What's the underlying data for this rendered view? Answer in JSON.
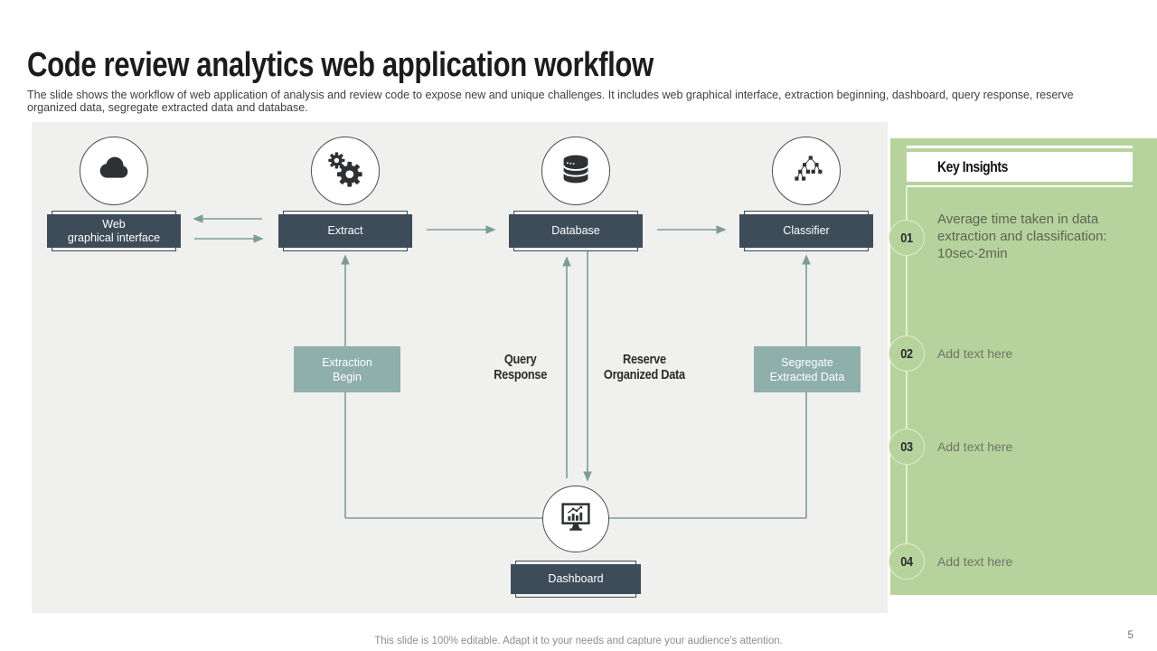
{
  "slide": {
    "title": "Code review analytics web application workflow",
    "description": "The slide shows the workflow of web application of analysis and review code to expose new and unique challenges. It includes web graphical interface, extraction beginning, dashboard, query response, reserve organized data, segregate extracted data and database.",
    "footer_note": "This slide is 100% editable. Adapt it to your needs and capture your audience's attention.",
    "page_number": "5"
  },
  "diagram": {
    "nodes": [
      {
        "id": "web-graphical-interface",
        "label": "Web\ngraphical interface",
        "icon": "cloud-icon"
      },
      {
        "id": "extract",
        "label": "Extract",
        "icon": "gears-icon"
      },
      {
        "id": "database",
        "label": "Database",
        "icon": "database-icon"
      },
      {
        "id": "classifier",
        "label": "Classifier",
        "icon": "decision-tree-icon"
      },
      {
        "id": "dashboard",
        "label": "Dashboard",
        "icon": "dashboard-monitor-icon"
      }
    ],
    "process_boxes": [
      {
        "id": "extraction-begin",
        "label": "Extraction\nBegin"
      },
      {
        "id": "segregate-extracted-data",
        "label": "Segregate\nExtracted Data"
      }
    ],
    "flow_labels": [
      {
        "id": "query-response",
        "label": "Query\nResponse"
      },
      {
        "id": "reserve-organized-data",
        "label": "Reserve\nOrganized Data"
      }
    ],
    "colors": {
      "node_box": "#3e4c5a",
      "process_box": "#8fafab",
      "connector": "#7d9c96",
      "canvas_bg": "#f0f0ee",
      "sidebar_bg": "#b7d39d"
    }
  },
  "insights": {
    "title": "Key Insights",
    "items": [
      {
        "number": "01",
        "text": "Average time taken in data extraction and classification: 10sec-2min"
      },
      {
        "number": "02",
        "text": "Add text here"
      },
      {
        "number": "03",
        "text": "Add text here"
      },
      {
        "number": "04",
        "text": "Add text here"
      }
    ]
  }
}
